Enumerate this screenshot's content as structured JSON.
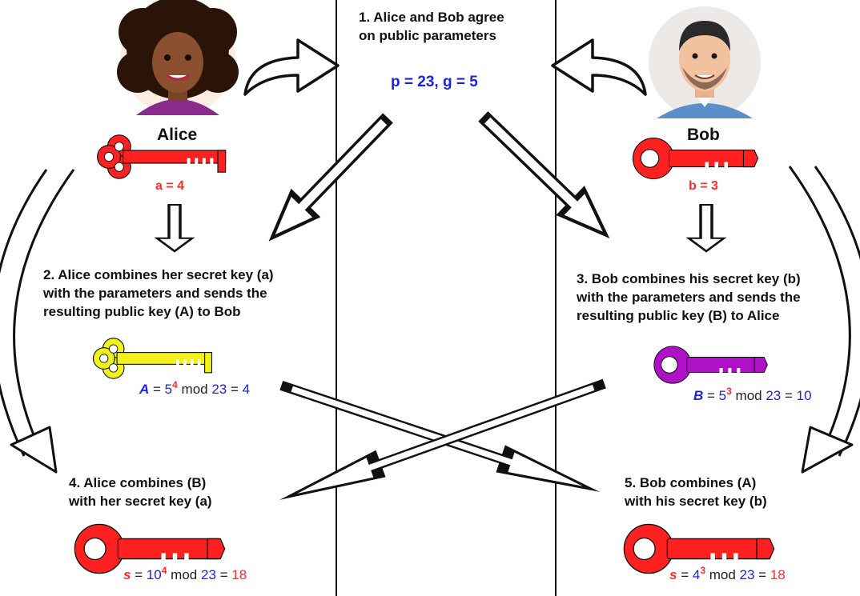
{
  "people": {
    "alice": {
      "name": "Alice",
      "secret": "a = 4"
    },
    "bob": {
      "name": "Bob",
      "secret": "b = 3"
    }
  },
  "steps": {
    "step1": {
      "line1": "1. Alice and Bob agree",
      "line2": "on public parameters",
      "params": "p = 23, g = 5"
    },
    "step2": {
      "line1": "2. Alice combines her secret key (a)",
      "line2": "with the parameters and sends the",
      "line3": "resulting public key (A) to Bob"
    },
    "step3": {
      "line1": "3. Bob combines his secret key (b)",
      "line2": "with the parameters and sends the",
      "line3": "resulting public key (B) to Alice"
    },
    "step4": {
      "line1": "4. Alice combines (B)",
      "line2": "with her secret key (a)"
    },
    "step5": {
      "line1": "5. Bob combines (A)",
      "line2": "with his secret key (b)"
    }
  },
  "formulas": {
    "alice_public": {
      "var": "A",
      "eq": " = ",
      "base": "5",
      "exp": "4",
      "mod": " mod ",
      "p": "23",
      "eq2": " = ",
      "result": "4"
    },
    "bob_public": {
      "var": "B",
      "eq": " = ",
      "base": "5",
      "exp": "3",
      "mod": " mod ",
      "p": "23",
      "eq2": " = ",
      "result": "10"
    },
    "alice_shared": {
      "var": "s",
      "eq": " = ",
      "base": "10",
      "exp": "4",
      "mod": " mod ",
      "p": "23",
      "eq2": " = ",
      "result": "18"
    },
    "bob_shared": {
      "var": "s",
      "eq": " = ",
      "base": "4",
      "exp": "3",
      "mod": " mod ",
      "p": "23",
      "eq2": " = ",
      "result": "18"
    }
  },
  "colors": {
    "secret_key": "#ff2020",
    "alice_public_key": "#f2f21a",
    "bob_public_key": "#b010c8",
    "shared_key": "#ff2020",
    "text_blue": "#1a22e8",
    "text_red": "#ff2b2b"
  }
}
